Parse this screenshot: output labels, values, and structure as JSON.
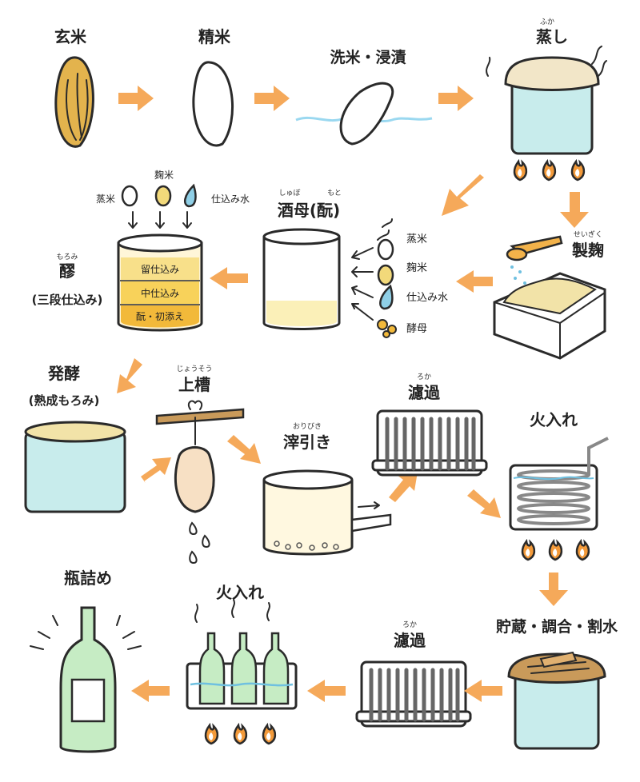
{
  "steps": {
    "genmai": "玄米",
    "seimai": "精米",
    "senmai": "洗米・浸漬",
    "mushi": "蒸し",
    "mushi_ruby": "ふか",
    "seikiku": "製麹",
    "seikiku_ruby": "せいぎく",
    "shubo": "酒母(酛)",
    "shubo_ruby1": "しゅぼ",
    "shubo_ruby2": "もと",
    "moromi": "醪",
    "moromi_ruby": "もろみ",
    "moromi_sub": "(三段仕込み)",
    "hakko": "発酵",
    "hakko_sub": "(熟成もろみ)",
    "joso": "上槽",
    "joso_ruby": "じょうそう",
    "oribiki": "滓引き",
    "oribiki_ruby": "おりびき",
    "roka1": "濾過",
    "roka1_ruby": "ろか",
    "hiire1": "火入れ",
    "chozo": "貯蔵・調合・割水",
    "roka2": "濾過",
    "roka2_ruby": "ろか",
    "hiire2": "火入れ",
    "binzume": "瓶詰め"
  },
  "ingredients_top": {
    "koji": "麹米",
    "steamed": "蒸米",
    "water": "仕込み水"
  },
  "ingredients_shubo": {
    "steamed": "蒸米",
    "koji": "麹米",
    "water": "仕込み水",
    "yeast": "酵母"
  },
  "moromi_layers": {
    "tome": "留仕込み",
    "naka": "中仕込み",
    "hatsu": "酛・初添え"
  },
  "colors": {
    "arrow": "#f5a95a",
    "glass": "#c8ecec",
    "flame": "#f39a3a",
    "moromi_yellow": "#f8d25a"
  }
}
